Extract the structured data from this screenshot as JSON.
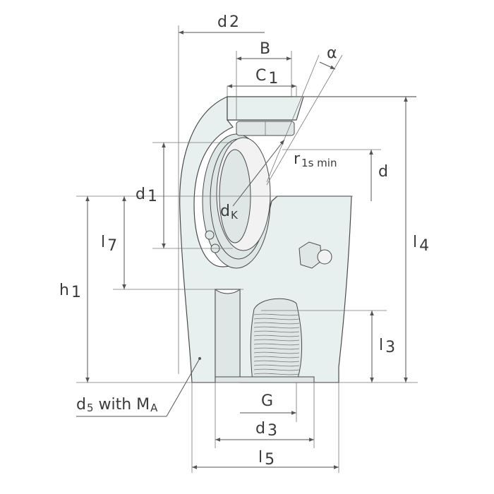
{
  "labels": {
    "d2": {
      "main": "d",
      "sub": "2"
    },
    "B": {
      "main": "B"
    },
    "C1": {
      "main": "C",
      "sub": "1"
    },
    "alpha": {
      "main": "α"
    },
    "r1smin": {
      "main": "r",
      "sub": "1s min"
    },
    "d": {
      "main": "d"
    },
    "d1": {
      "main": "d",
      "sub": "1"
    },
    "dK": {
      "main": "d",
      "sub": "K"
    },
    "l7": {
      "main": "l",
      "sub": "7"
    },
    "l4": {
      "main": "l",
      "sub": "4"
    },
    "h1": {
      "main": "h",
      "sub": "1"
    },
    "l3": {
      "main": "l",
      "sub": "3"
    },
    "G": {
      "main": "G"
    },
    "d3": {
      "main": "d",
      "sub": "3"
    },
    "l5": {
      "main": "l",
      "sub": "5"
    },
    "d5": {
      "main": "d",
      "sub": "5",
      "rest": " with M",
      "sub2": "A"
    }
  },
  "colors": {
    "body_fill": "#e8f0ef",
    "line": "#4a4a4a"
  }
}
